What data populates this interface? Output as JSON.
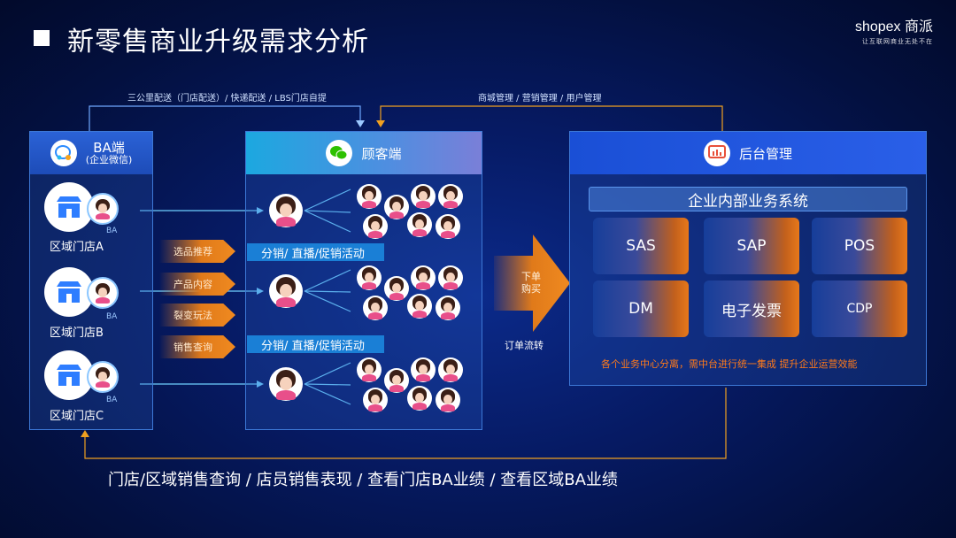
{
  "title": "新零售商业升级需求分析",
  "logo": {
    "brand": "shopex 商派",
    "slogan": "让互联网商业无处不在"
  },
  "flows": {
    "top_left": "三公里配送（门店配送）/ 快递配送 / LBS门店自提",
    "top_right": "商城管理 / 营销管理 / 用户管理",
    "order_flow": "订单流转",
    "bottom": "门店/区域销售查询 / 店员销售表现 / 查看门店BA业绩 / 查看区域BA业绩"
  },
  "ba_panel": {
    "title": "BA端",
    "subtitle": "(企业微信)",
    "ba_tag": "BA",
    "stores": [
      "区域门店A",
      "区域门店B",
      "区域门店C"
    ]
  },
  "arrow_tags": [
    "选品推荐",
    "产品内容",
    "裂变玩法",
    "销售查询"
  ],
  "customer_panel": {
    "title": "顾客端",
    "strips": [
      "分销/ 直播/促销活动",
      "分销/ 直播/促销活动"
    ]
  },
  "big_arrow": {
    "label_line1": "下单",
    "label_line2": "购买"
  },
  "backend_panel": {
    "title": "后台管理",
    "system_header": "企业内部业务系统",
    "systems": [
      "SAS",
      "SAP",
      "POS",
      "DM",
      "电子发票",
      "CDP"
    ],
    "note": "各个业务中心分离，需中台进行统一集成  提升企业运营效能"
  },
  "colors": {
    "accent_orange": "#f08a20",
    "panel_border": "#3d78d6",
    "strip_blue": "#1a7fd6",
    "note_orange": "#ff7a1a"
  }
}
